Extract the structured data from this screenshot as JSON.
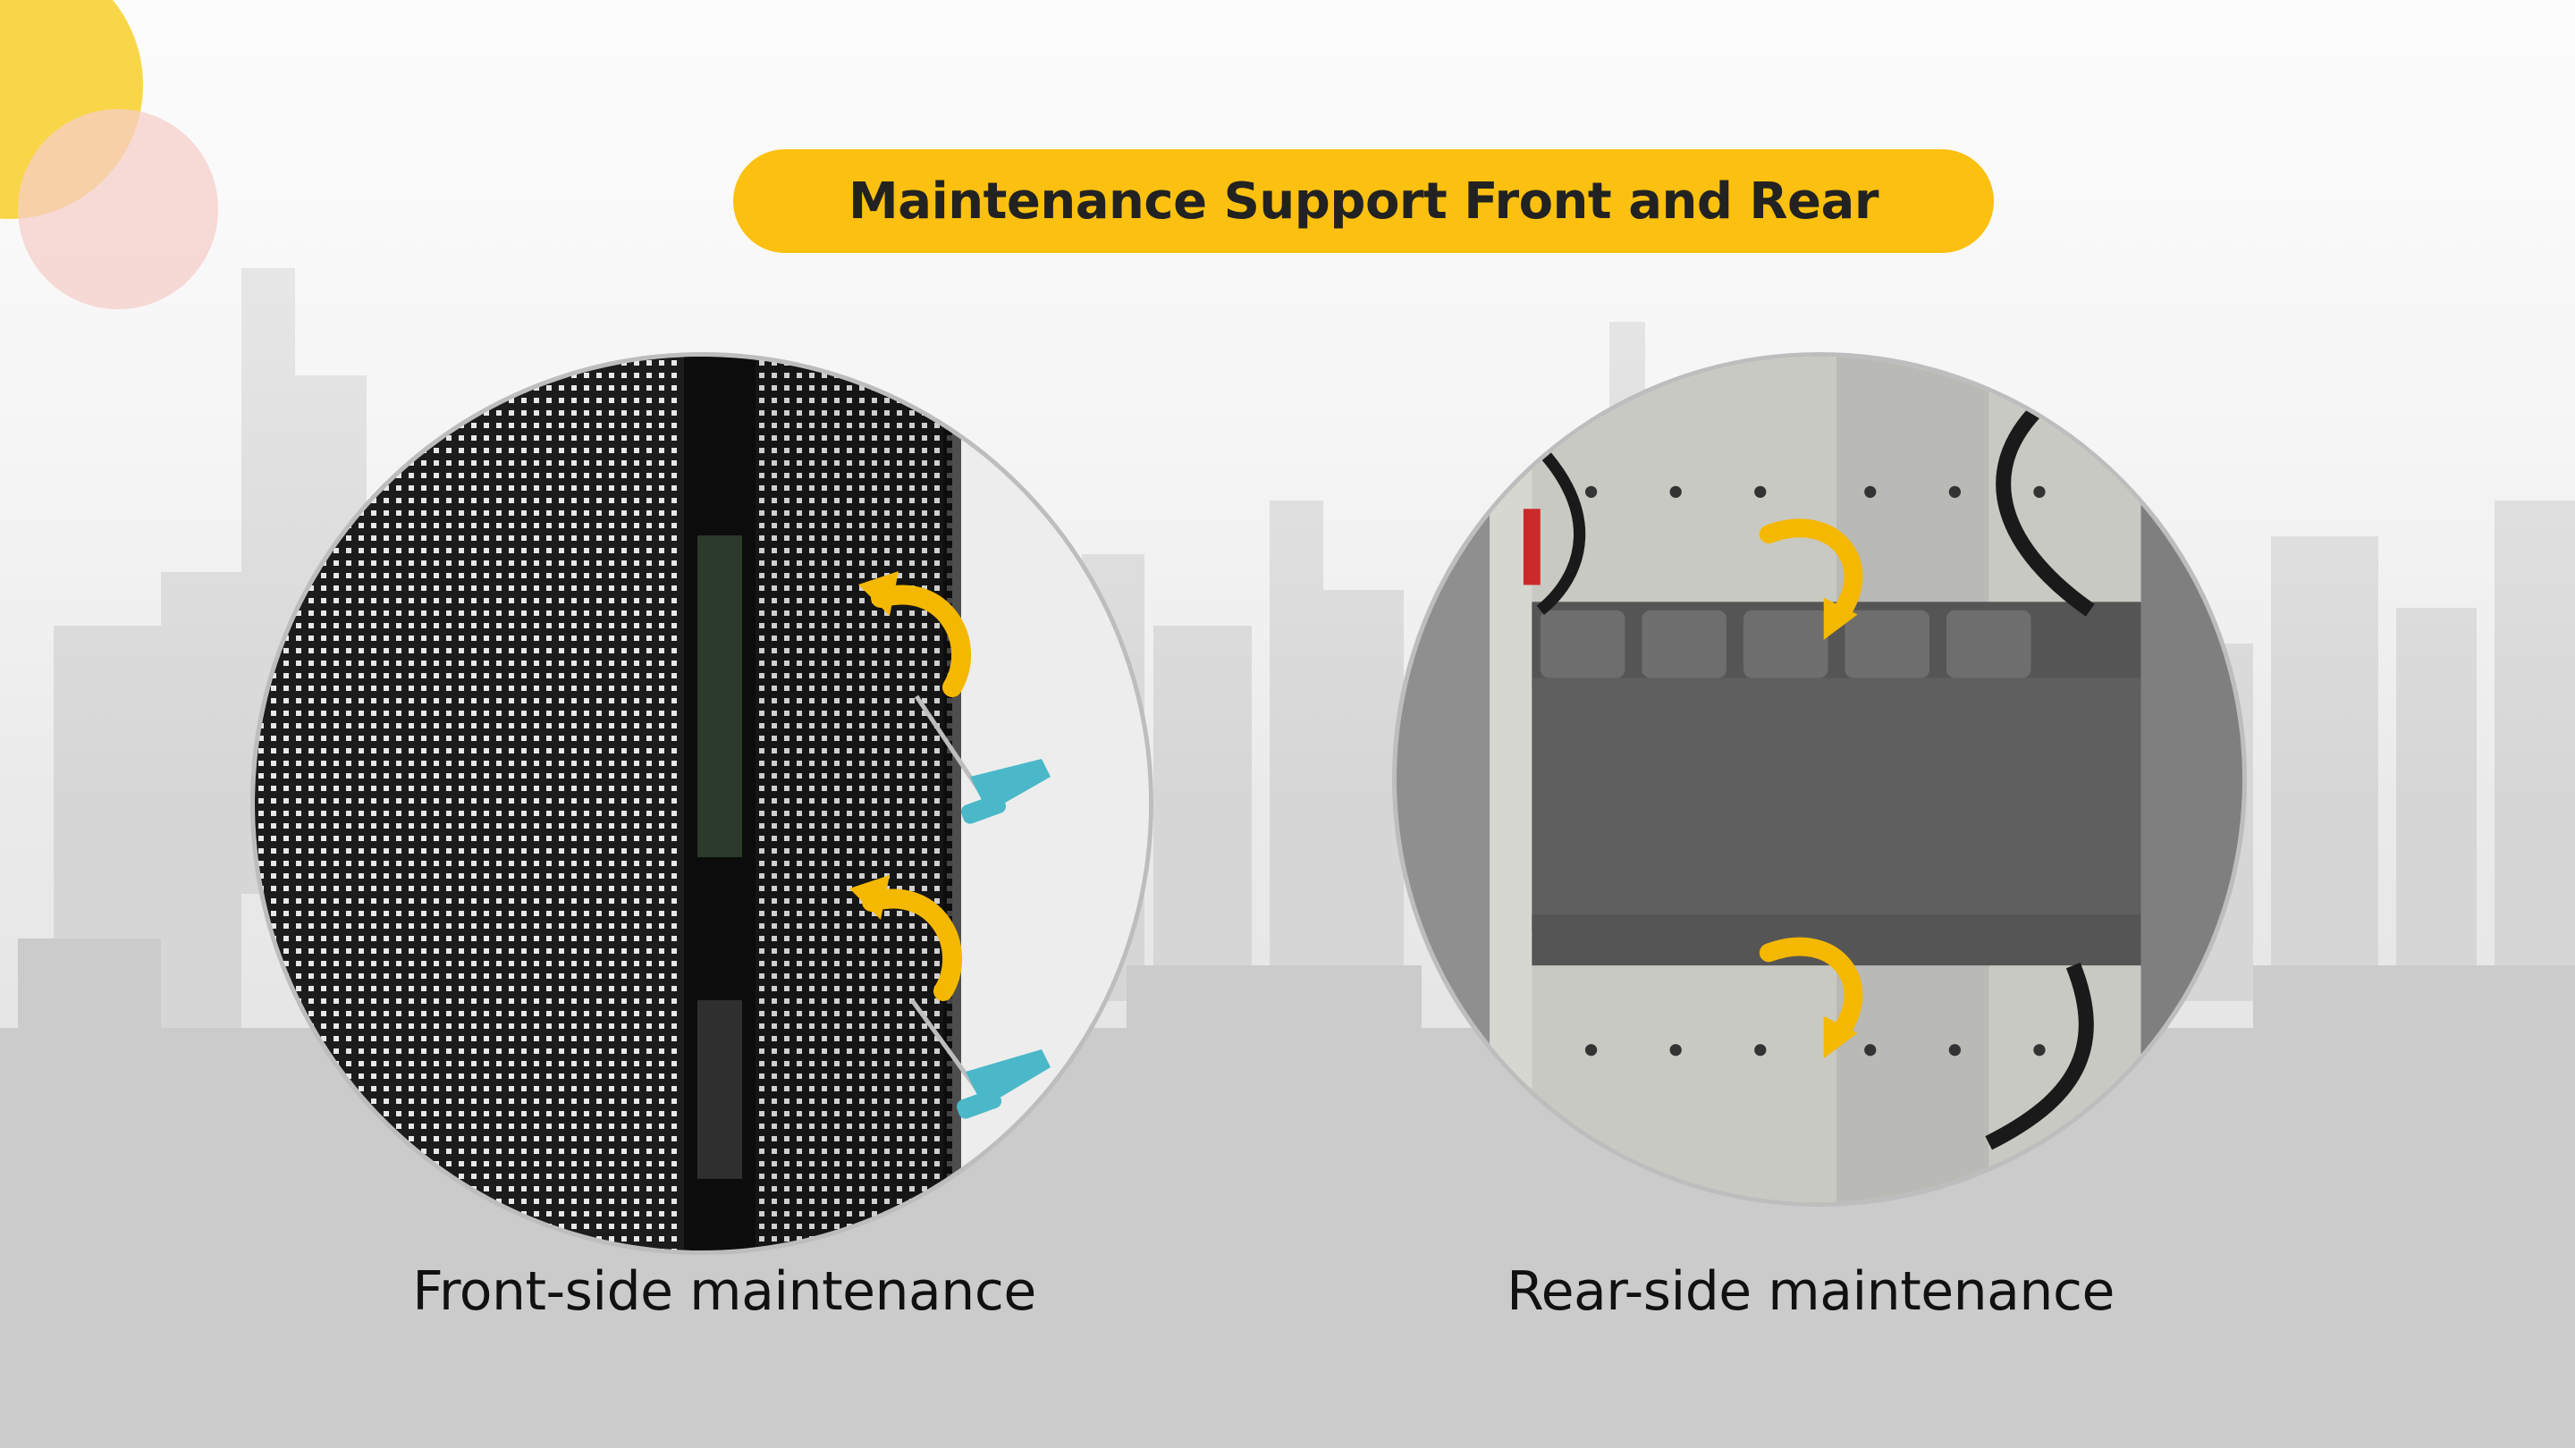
{
  "title": "Maintenance Support Front and Rear",
  "panels": [
    {
      "caption": "Front-side maintenance",
      "image": "front-led-module-removal-photo"
    },
    {
      "caption": "Rear-side maintenance",
      "image": "rear-cabinet-module-photo"
    }
  ],
  "colors": {
    "accent": "#fcc010",
    "arrow": "#f4b800",
    "tool": "#4ab8c8",
    "decor_yellow": "#f9d43d",
    "decor_pink": "#f5cdc8"
  },
  "icons": {
    "front_arrows": "rotate-arrow-icon",
    "front_tools": "t-handle-tool-icon",
    "rear_arrows": "rotate-arrow-icon"
  }
}
